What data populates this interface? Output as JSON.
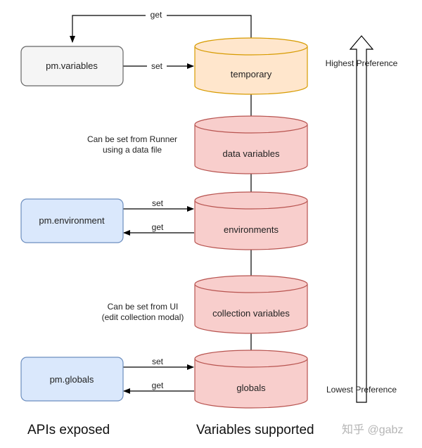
{
  "apis": {
    "variables": "pm.variables",
    "environment": "pm.environment",
    "globals": "pm.globals"
  },
  "stores": {
    "temporary": "temporary",
    "data": "data variables",
    "environments": "environments",
    "collection": "collection variables",
    "globals": "globals"
  },
  "edges": {
    "get": "get",
    "set": "set"
  },
  "notes": {
    "runner_line1": "Can be set from Runner",
    "runner_line2": "using a data file",
    "ui_line1": "Can be set from UI",
    "ui_line2": "(edit collection modal)"
  },
  "preference": {
    "highest": "Highest Preference",
    "lowest": "Lowest Preference"
  },
  "footer": {
    "apis_caption": "APIs exposed",
    "vars_caption": "Variables supported"
  },
  "watermark": "知乎 @gabz",
  "colors": {
    "temporary_fill": "#ffe6cc",
    "temporary_stroke": "#d79b00",
    "red_fill": "#f8cecc",
    "red_stroke": "#b85450",
    "gray_fill": "#f5f5f5",
    "gray_stroke": "#666666",
    "blue_fill": "#dae8fc",
    "blue_stroke": "#6c8ebf"
  }
}
